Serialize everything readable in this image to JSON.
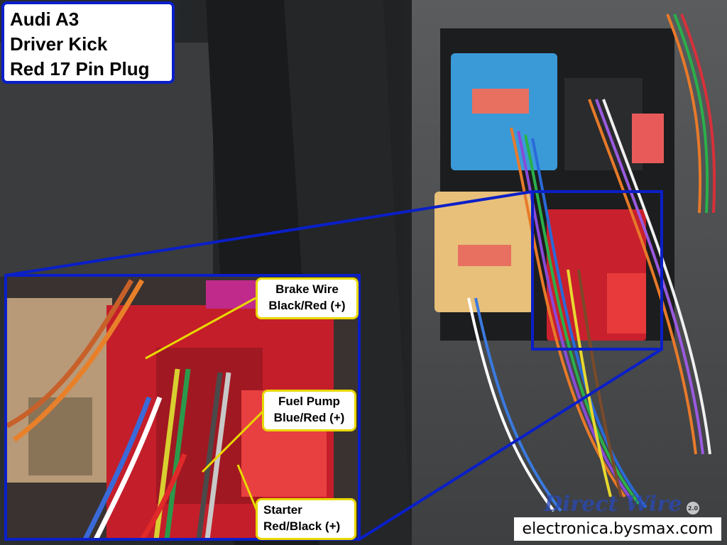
{
  "title": {
    "lines": [
      "Audi A3",
      "Driver Kick",
      "Red 17 Pin Plug"
    ]
  },
  "callouts": {
    "brake": {
      "line1": "Brake Wire",
      "line2": "Black/Red (+)"
    },
    "fuel": {
      "line1": "Fuel Pump",
      "line2": "Blue/Red (+)"
    },
    "starter": {
      "line1": "Starter",
      "line2": "Red/Black (+)"
    }
  },
  "watermark": {
    "text": "electronica.bysmax.com",
    "brand": "Direct Wire",
    "brand_version": "2.0"
  },
  "colors": {
    "frame_blue": "#0a1fc8",
    "callout_yellow": "#e8d800",
    "connector_red": "#c8202c",
    "connector_blue": "#3a9ad8",
    "connector_tan": "#e8c07a"
  }
}
